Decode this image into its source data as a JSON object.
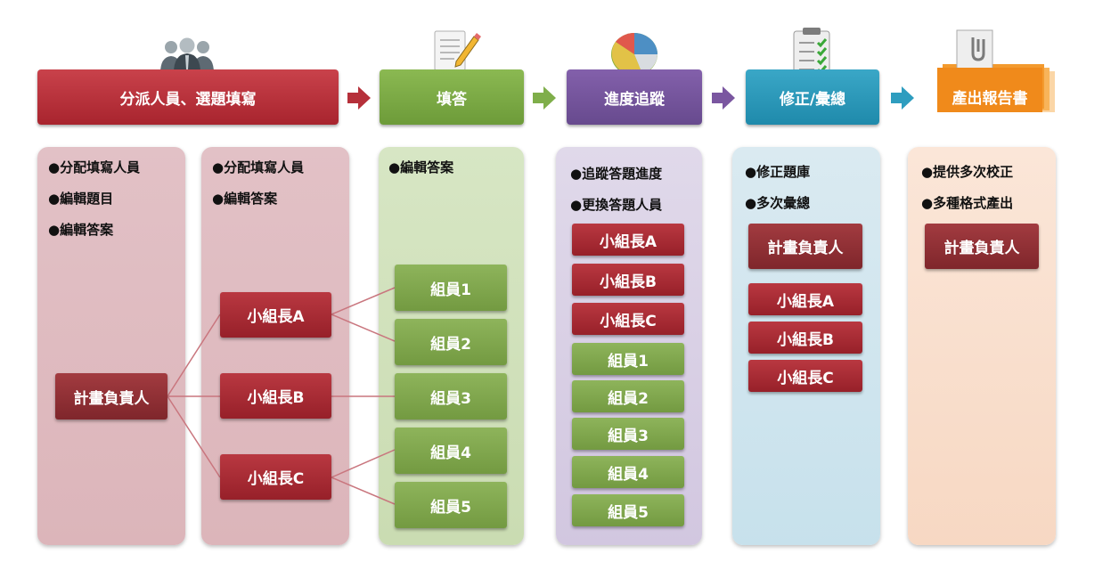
{
  "stages": [
    {
      "label": "分派人員、選題填寫"
    },
    {
      "label": "填答"
    },
    {
      "label": "進度追蹤"
    },
    {
      "label": "修正/彙總"
    },
    {
      "label": "產出報告書"
    }
  ],
  "col1": {
    "bullets": [
      "●分配填寫人員",
      "●編輯題目",
      "●編輯答案"
    ],
    "root": "計畫負責人"
  },
  "col2": {
    "bullets": [
      "●分配填寫人員",
      "●編輯答案"
    ],
    "leaders": [
      "小組長A",
      "小組長B",
      "小組長C"
    ]
  },
  "col3": {
    "bullets": [
      "●編輯答案"
    ],
    "members": [
      "組員1",
      "組員2",
      "組員3",
      "組員4",
      "組員5"
    ]
  },
  "col4": {
    "bullets": [
      "●追蹤答題進度",
      "●更換答題人員"
    ],
    "leaders": [
      "小組長A",
      "小組長B",
      "小組長C"
    ],
    "members": [
      "組員1",
      "組員2",
      "組員3",
      "組員4",
      "組員5"
    ]
  },
  "col5": {
    "bullets": [
      "●修正題庫",
      "●多次彙總"
    ],
    "owner": "計畫負責人",
    "leaders": [
      "小組長A",
      "小組長B",
      "小組長C"
    ]
  },
  "col6": {
    "bullets": [
      "●提供多次校正",
      "●多種格式產出"
    ],
    "owner": "計畫負責人"
  },
  "colors": {
    "red": "#a8242e",
    "green": "#739a41",
    "purple": "#674a8e",
    "blue": "#1f8aab",
    "orange": "#f28c1e"
  },
  "icons": [
    "people-icon",
    "document-pencil-icon",
    "pie-chart-icon",
    "checklist-icon",
    "report-stack-icon"
  ]
}
